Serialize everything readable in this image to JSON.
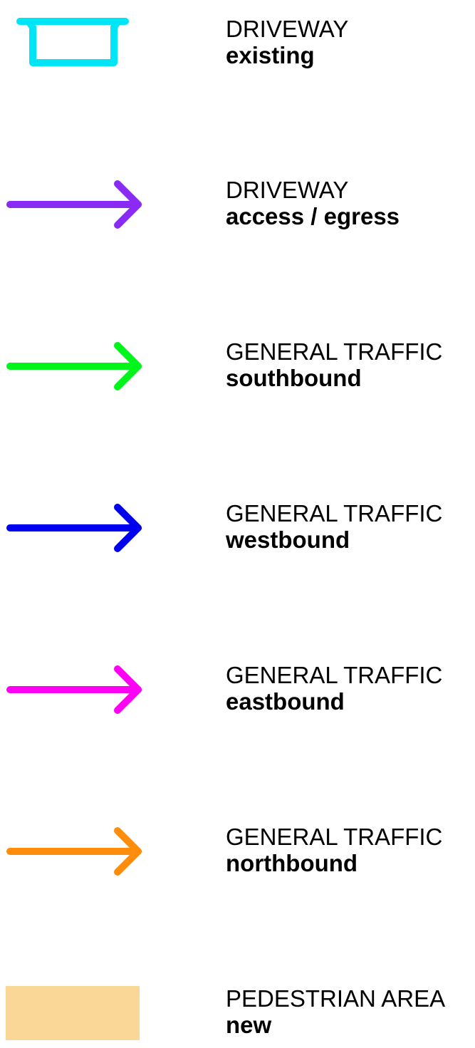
{
  "legend": {
    "items": [
      {
        "id": "driveway-existing",
        "symbol": "driveway-outline",
        "color": "#00E5F5",
        "title": "DRIVEWAY",
        "subtitle": "existing"
      },
      {
        "id": "driveway-access",
        "symbol": "arrow",
        "color": "#8A2BF5",
        "title": "DRIVEWAY",
        "subtitle": "access / egress"
      },
      {
        "id": "traffic-southbound",
        "symbol": "arrow",
        "color": "#00F51A",
        "title": "GENERAL TRAFFIC",
        "subtitle": "southbound"
      },
      {
        "id": "traffic-westbound",
        "symbol": "arrow",
        "color": "#0000F0",
        "title": "GENERAL TRAFFIC",
        "subtitle": "westbound"
      },
      {
        "id": "traffic-eastbound",
        "symbol": "arrow",
        "color": "#FF00F5",
        "title": "GENERAL TRAFFIC",
        "subtitle": "eastbound"
      },
      {
        "id": "traffic-northbound",
        "symbol": "arrow",
        "color": "#FF8C0A",
        "title": "GENERAL TRAFFIC",
        "subtitle": "northbound"
      },
      {
        "id": "pedestrian-new",
        "symbol": "filled-rect",
        "color": "#FAD796",
        "title": "PEDESTRIAN AREA",
        "subtitle": "new"
      }
    ]
  }
}
